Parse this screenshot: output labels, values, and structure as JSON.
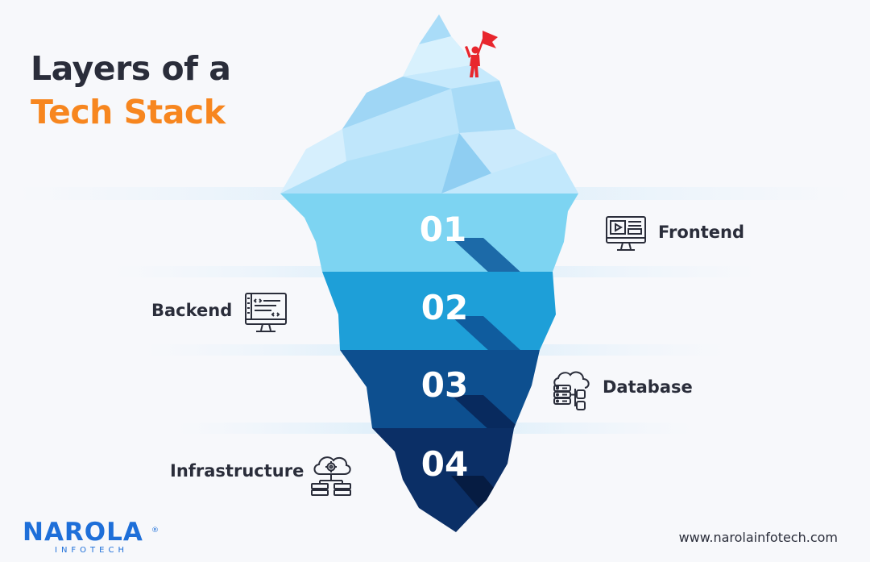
{
  "title": {
    "line1": "Layers of a",
    "line2": "Tech Stack"
  },
  "layers": [
    {
      "number": "01",
      "label": "Frontend",
      "icon": "monitor-media-icon"
    },
    {
      "number": "02",
      "label": "Backend",
      "icon": "monitor-code-icon"
    },
    {
      "number": "03",
      "label": "Database",
      "icon": "cloud-database-icon"
    },
    {
      "number": "04",
      "label": "Infrastructure",
      "icon": "cloud-network-icon"
    }
  ],
  "brand": {
    "name": "NAROLA",
    "sub": "INFOTECH",
    "mark": "®"
  },
  "website": "www.narolainfotech.com",
  "colors": {
    "title_dark": "#2a2d3a",
    "title_accent": "#f7861f",
    "flag": "#e8262d",
    "layer1": "#7dd4f2",
    "layer2": "#1e9fd8",
    "layer3": "#0d4f8f",
    "layer4": "#0b2f66",
    "brand": "#1e6fd9"
  }
}
